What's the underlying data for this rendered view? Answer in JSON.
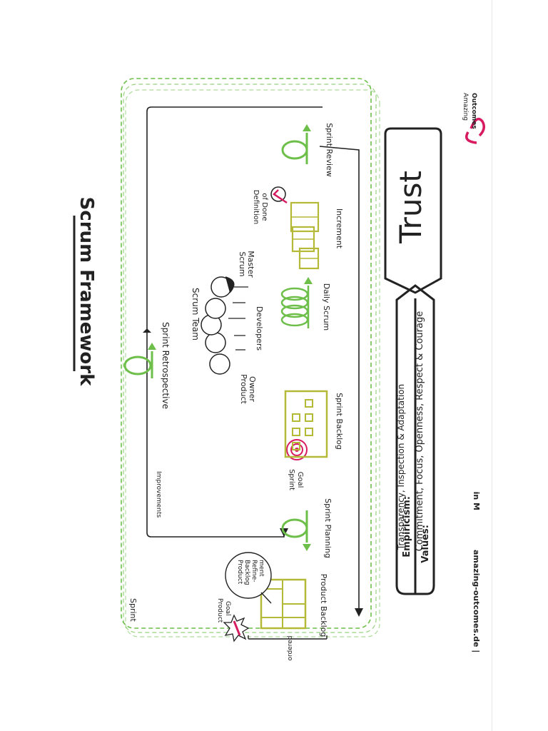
{
  "title": "Scrum Framework",
  "sprint_label": "Sprint",
  "improvements_label": "Improvements",
  "ordered_label": "ordered",
  "artifacts": {
    "product_backlog": "Product Backlog",
    "product_goal": [
      "Product",
      "Goal"
    ],
    "refinement": [
      "Product",
      "Backlog",
      "Refine-",
      "ment"
    ],
    "sprint_backlog": "Sprint Backlog",
    "sprint_goal": [
      "Sprint",
      "Goal"
    ],
    "increment": "Increment",
    "definition_of_done": [
      "Definition",
      "of Done"
    ]
  },
  "events": {
    "sprint_planning": "Sprint Planning",
    "daily_scrum": "Daily Scrum",
    "sprint_review": "Sprint Review",
    "sprint_retrospective": "Sprint Retrospective"
  },
  "team": {
    "title": "Scrum Team",
    "product_owner": [
      "Product",
      "Owner"
    ],
    "developers": "Developers",
    "scrum_master": [
      "Scrum",
      "Master"
    ]
  },
  "values_box": {
    "empiricism_label": "Empiricism:",
    "empiricism_text": "Transparency, Inspection & Adaptation",
    "values_label": "Values:",
    "values_text": "Commitment, Focus, Openness, Respect & Courage"
  },
  "trust": "Trust",
  "brand": {
    "name": [
      "Amazing",
      "Outcomes"
    ],
    "footer": "amazing-outcomes.de |",
    "social": "in M"
  },
  "colors": {
    "green": "#6dbf4a",
    "olive": "#b5b938",
    "teal": "#3ab0a6",
    "magenta": "#d81b60",
    "ink": "#222222"
  }
}
